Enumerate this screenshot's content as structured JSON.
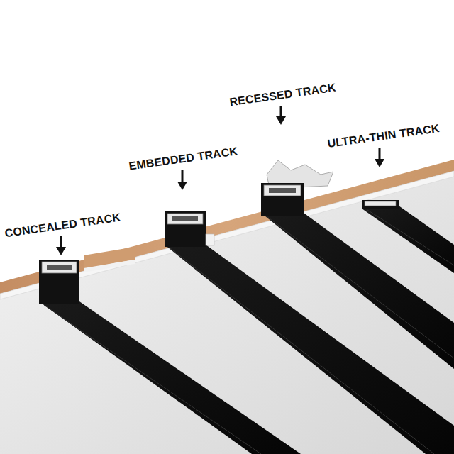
{
  "diagram": {
    "labels": [
      "CONCEALED TRACK",
      "EMBEDDED TRACK",
      "RECESSED TRACK",
      "ULTRA-THIN TRACK"
    ]
  }
}
